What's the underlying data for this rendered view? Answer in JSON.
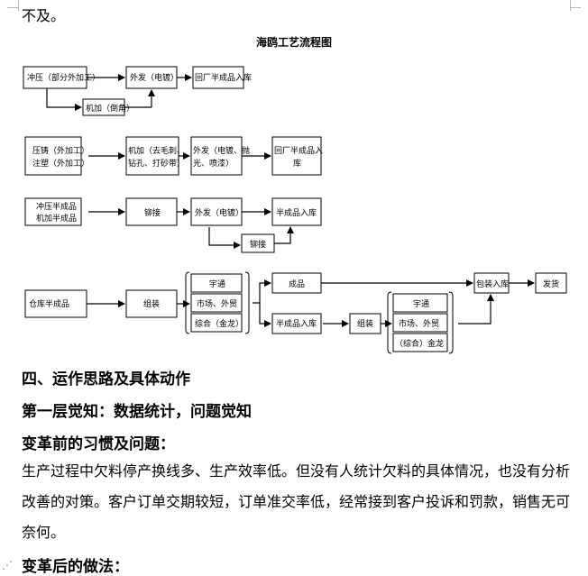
{
  "top_text": "不及。",
  "flow_title": "海鸥工艺流程图",
  "flow": {
    "r1": {
      "stamp": "冲压（部分外加工）",
      "outsource": "外发（电镀）",
      "return": "回厂半成品入库",
      "machining": "机加（倒角）"
    },
    "r2": {
      "die_cast_1": "压铸（外加工）",
      "die_cast_2": "注塑（外加工）",
      "mach_1": "机加（去毛刺、",
      "mach_2": "钻孔、打砂带）",
      "out_1": "外发（电镀、抛",
      "out_2": "光、喷漆）",
      "ret_1": "回厂半成品入",
      "ret_2": "库"
    },
    "r3": {
      "src_1": "冲压半成品",
      "src_2": "机加半成品",
      "weld": "铆接",
      "outsource": "外发（电镀）",
      "store": "半成品入库",
      "weld2": "铆接"
    },
    "r4": {
      "warehouse": "仓库半成品",
      "assembly": "组装",
      "c1": "宇通",
      "c2": "市场、外贸",
      "c3": "综合（金龙）",
      "finished": "成品",
      "semi_store": "半成品入库",
      "assembly2": "组装",
      "d1": "宇通",
      "d2": "市场、外贸",
      "d3": "（综合）金龙",
      "pack": "包装入库",
      "ship": "发货"
    }
  },
  "section_heading": "四、运作思路及具体动作",
  "level1_heading": "第一层觉知：数据统计，问题觉知",
  "before_heading": "变革前的习惯及问题：",
  "before_body": "生产过程中欠料停产换线多、生产效率低。但没有人统计欠料的具体情况，也没有分析改善的对策。客户订单交期较短，订单准交率低，经常接到客户投诉和罚款，销售无可奈何。",
  "after_heading": "变革后的做法："
}
